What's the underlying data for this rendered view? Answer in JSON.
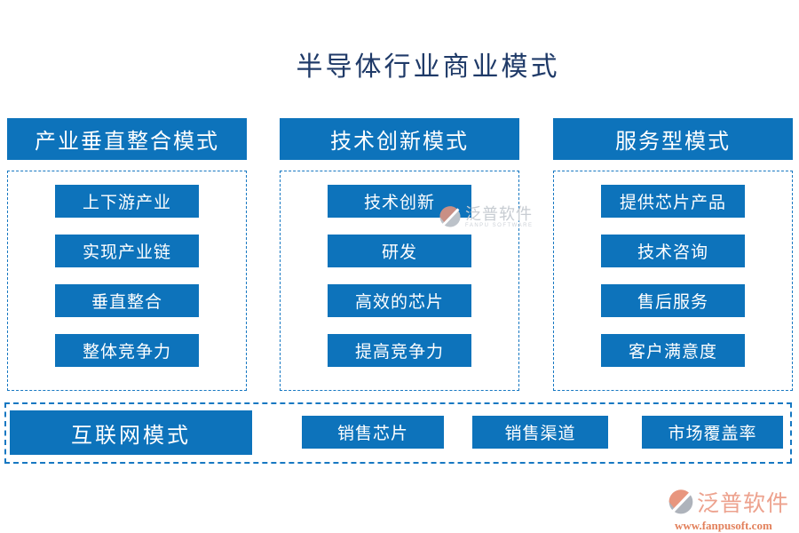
{
  "title": "半导体行业商业模式",
  "colors": {
    "node_blue": "#0D73BB",
    "dash_border_blue": "#1778C2",
    "title_navy": "#1F3A68",
    "watermark_salmon": "#E8967E",
    "watermark_grey": "#C7CCD2"
  },
  "columns": [
    {
      "header": "产业垂直整合模式",
      "items": [
        "上下游产业",
        "实现产业链",
        "垂直整合",
        "整体竞争力"
      ]
    },
    {
      "header": "技术创新模式",
      "items": [
        "技术创新",
        "研发",
        "高效的芯片",
        "提高竞争力"
      ]
    },
    {
      "header": "服务型模式",
      "items": [
        "提供芯片产品",
        "技术咨询",
        "售后服务",
        "客户满意度"
      ]
    }
  ],
  "bottom": {
    "header": "互联网模式",
    "items": [
      "销售芯片",
      "销售渠道",
      "市场覆盖率"
    ]
  },
  "watermark_center": {
    "brand": "泛普软件",
    "sub": "FANPU SOFTWARE"
  },
  "watermark_corner": {
    "brand": "泛普软件",
    "url": "www.fanpusoft.com"
  }
}
